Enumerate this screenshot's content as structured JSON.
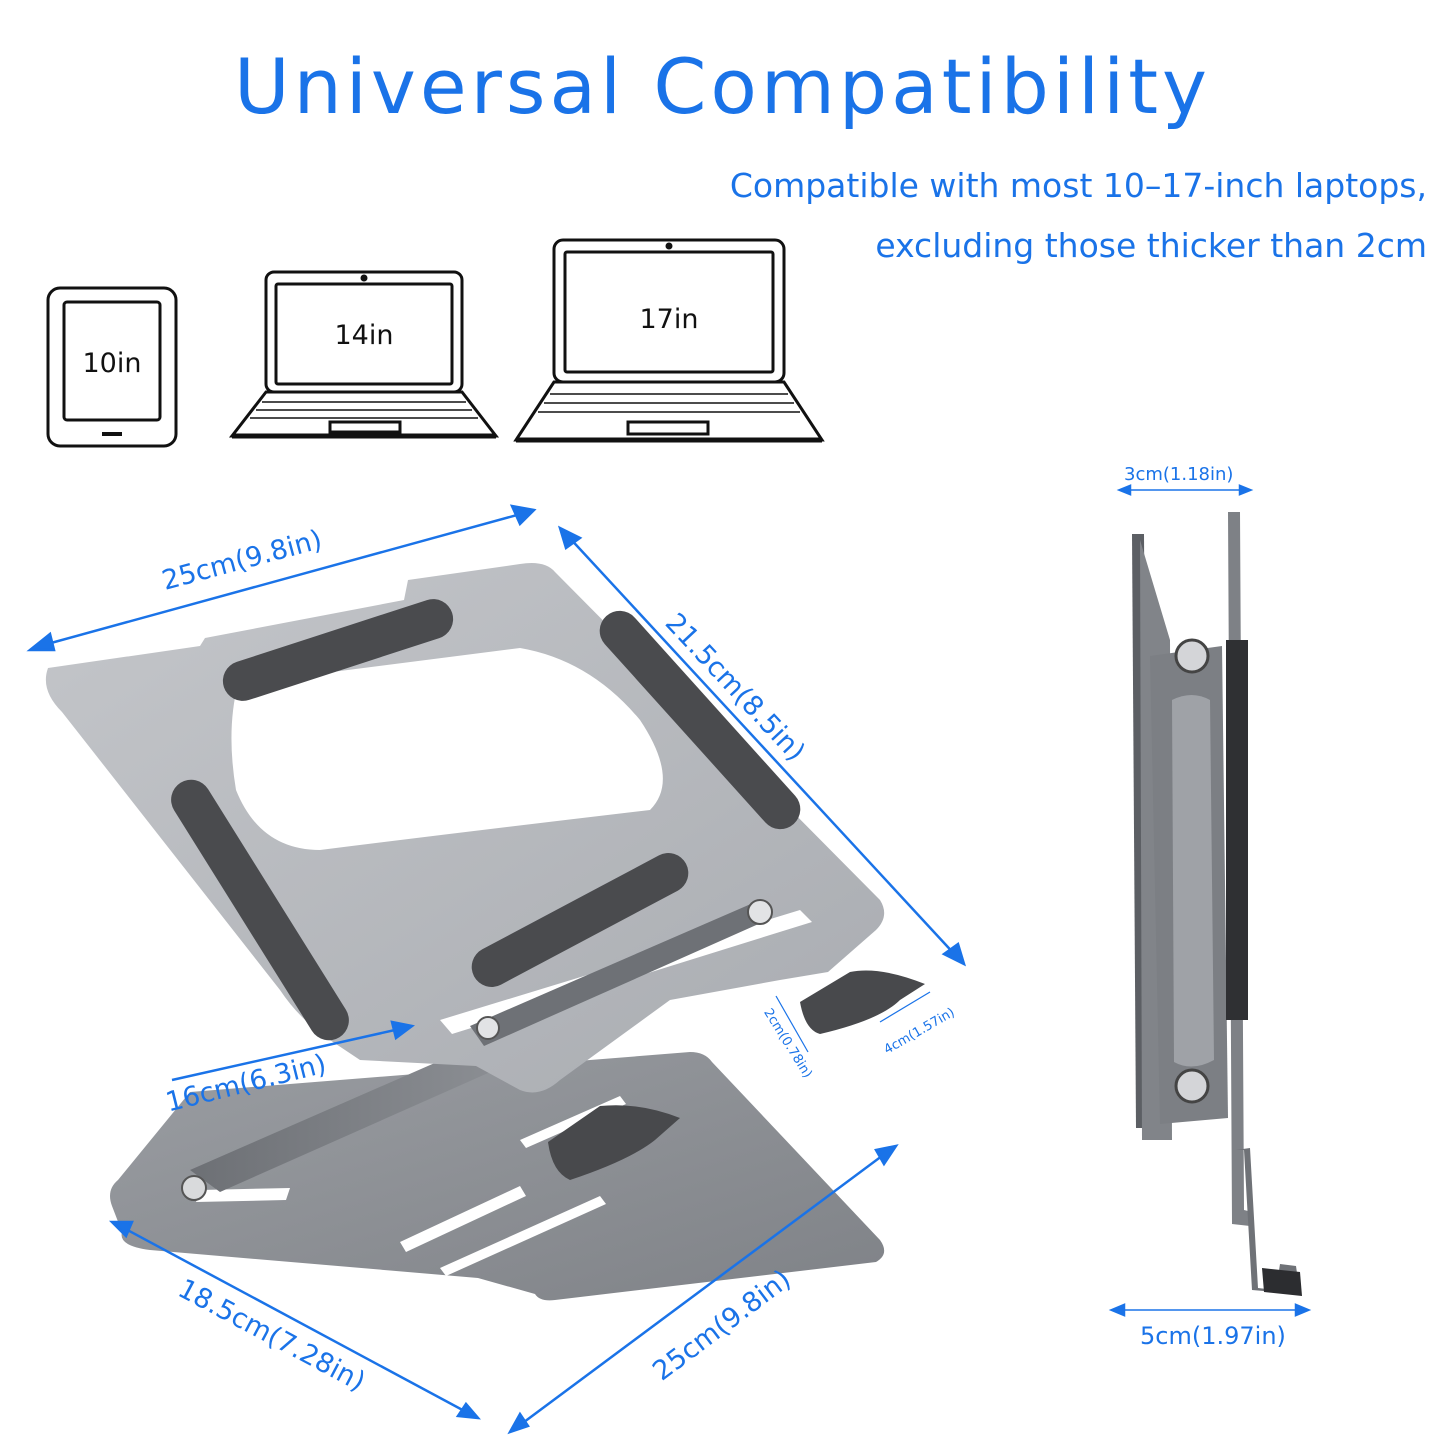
{
  "header": {
    "title": "Universal Compatibility",
    "subtitle_line1": "Compatible with most 10–17-inch laptops,",
    "subtitle_line2": "excluding those thicker than 2cm"
  },
  "devices": [
    {
      "label": "10in",
      "icon": "tablet-icon"
    },
    {
      "label": "14in",
      "icon": "laptop-icon"
    },
    {
      "label": "17in",
      "icon": "laptop-icon"
    }
  ],
  "dimensions": {
    "top_width": "25cm(9.8in)",
    "top_depth": "21.5cm(8.5in)",
    "arm_length": "16cm(6.3in)",
    "base_depth": "18.5cm(7.28in)",
    "base_width": "25cm(9.8in)",
    "hook_height": "2cm(0.78in)",
    "hook_length": "4cm(1.57in)",
    "folded_thickness": "3cm(1.18in)",
    "folded_base": "5cm(1.97in)"
  },
  "colors": {
    "accent": "#1a73e8",
    "aluminum_top": "#b9bcc1",
    "aluminum_base": "#8e9196",
    "pad": "#4a4b4e"
  }
}
